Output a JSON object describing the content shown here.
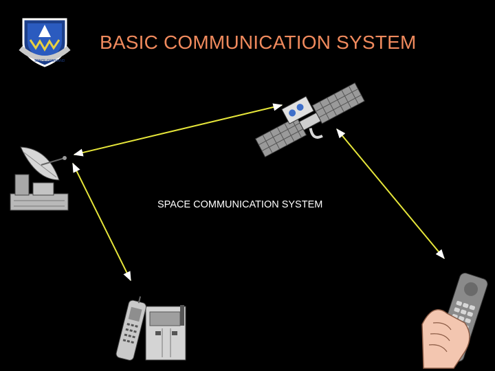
{
  "title": "BASIC COMMUNICATION SYSTEM",
  "center_label": "SPACE COMMUNICATION SYSTEM",
  "emblem": {
    "ring_text": "SPACE COMMAND"
  },
  "colors": {
    "background": "#000000",
    "title": "#f08a5d",
    "link_line": "#e6e63a",
    "arrowhead": "#ffffff",
    "label": "#ffffff"
  },
  "icons": {
    "emblem": "space-command-shield-emblem",
    "satellite": "satellite-icon",
    "ground_station": "satellite-dish-ground-station-icon",
    "base_phone": "cordless-phone-base-icon",
    "mobile_phone": "hand-held-mobile-phone-icon"
  },
  "links": [
    {
      "from": "ground-station",
      "to": "satellite"
    },
    {
      "from": "ground-station",
      "to": "cordless-phone"
    },
    {
      "from": "satellite",
      "to": "mobile-phone"
    }
  ]
}
